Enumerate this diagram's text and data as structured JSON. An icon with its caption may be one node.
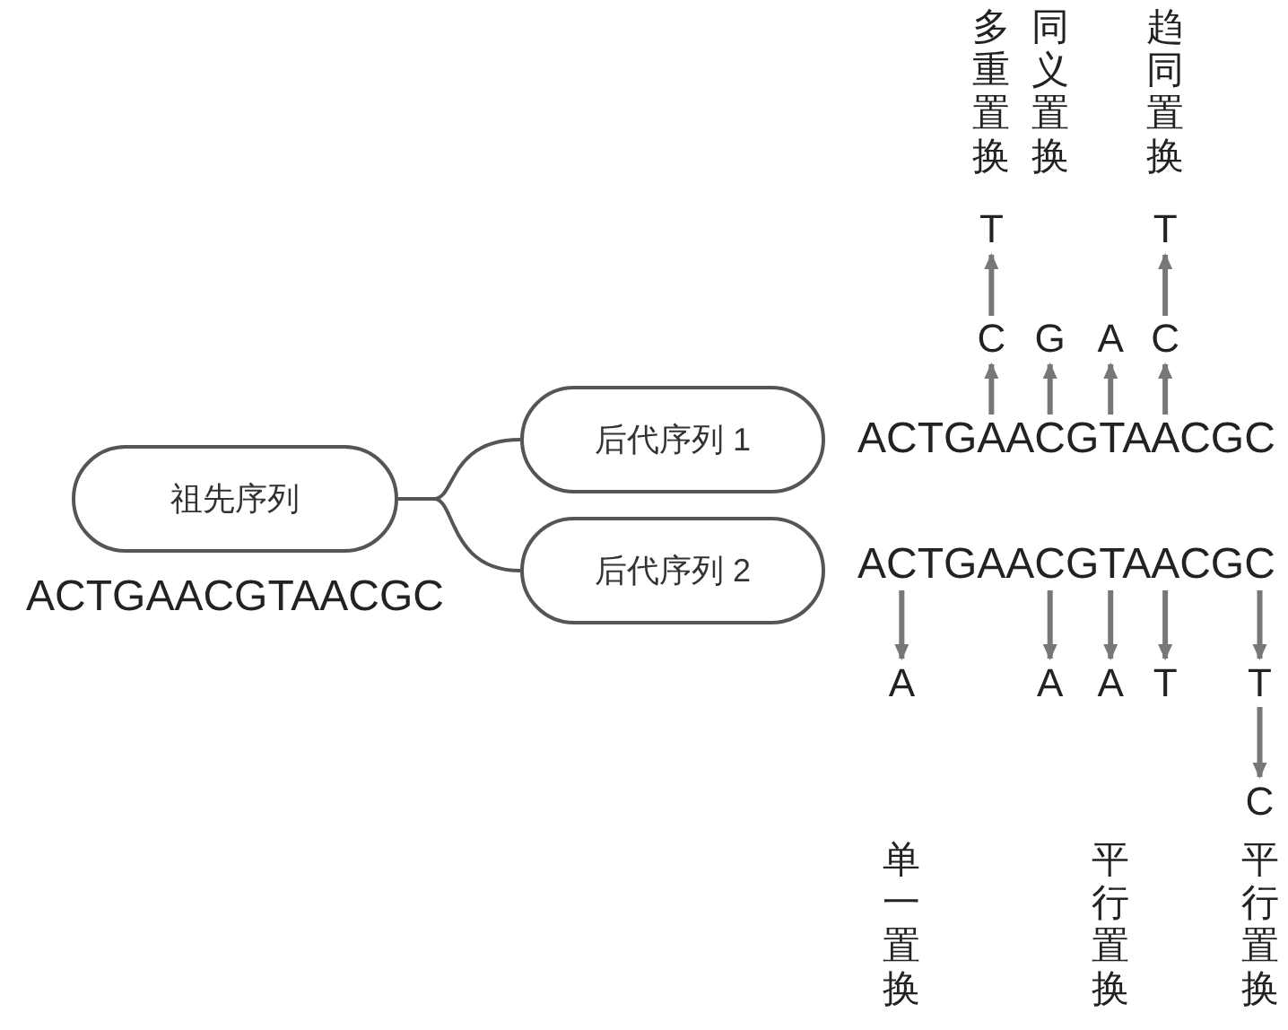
{
  "diagram": {
    "nodes": [
      {
        "text": [
          "祖先序列"
        ],
        "beside": [
          "ACTGAACGTAACGC"
        ]
      },
      {
        "text": [
          "后代序列 1"
        ]
      },
      {
        "text": [
          "后代序列 2"
        ]
      },
      {
        "text": [
          "ACTGAACGTAACGC"
        ]
      },
      {
        "text": [
          "ACTGAACGTAACGC"
        ]
      },
      {
        "text": [
          "C"
        ]
      },
      {
        "text": [
          "G"
        ]
      },
      {
        "text": [
          "A"
        ]
      },
      {
        "text": [
          "C"
        ]
      },
      {
        "text": [
          "T"
        ]
      },
      {
        "text": [
          "T"
        ]
      },
      {
        "text": [
          "A"
        ]
      },
      {
        "text": [
          "A"
        ]
      },
      {
        "text": [
          "A"
        ]
      },
      {
        "text": [
          "T"
        ]
      },
      {
        "text": [
          "T"
        ]
      },
      {
        "text": [
          "C"
        ]
      }
    ],
    "edges": [
      {
        "from": 0,
        "to": 1,
        "arrow": "none"
      },
      {
        "from": 0,
        "to": 2,
        "arrow": "none"
      },
      {
        "from": 3,
        "to": 5,
        "arrow": "to"
      },
      {
        "from": 3,
        "to": 6,
        "arrow": "to"
      },
      {
        "from": 3,
        "to": 7,
        "arrow": "to"
      },
      {
        "from": 3,
        "to": 8,
        "arrow": "to"
      },
      {
        "from": 5,
        "to": 9,
        "arrow": "to"
      },
      {
        "from": 8,
        "to": 10,
        "arrow": "to"
      },
      {
        "from": 4,
        "to": 11,
        "arrow": "to"
      },
      {
        "from": 4,
        "to": 12,
        "arrow": "to"
      },
      {
        "from": 4,
        "to": 13,
        "arrow": "to"
      },
      {
        "from": 4,
        "to": 14,
        "arrow": "to"
      },
      {
        "from": 4,
        "to": 15,
        "arrow": "to"
      },
      {
        "from": 15,
        "to": 16,
        "arrow": "to"
      }
    ],
    "labels": [
      "多重置换",
      "同义置换",
      "趋同置换",
      "单一置换",
      "平行置换",
      "平行置换"
    ]
  }
}
